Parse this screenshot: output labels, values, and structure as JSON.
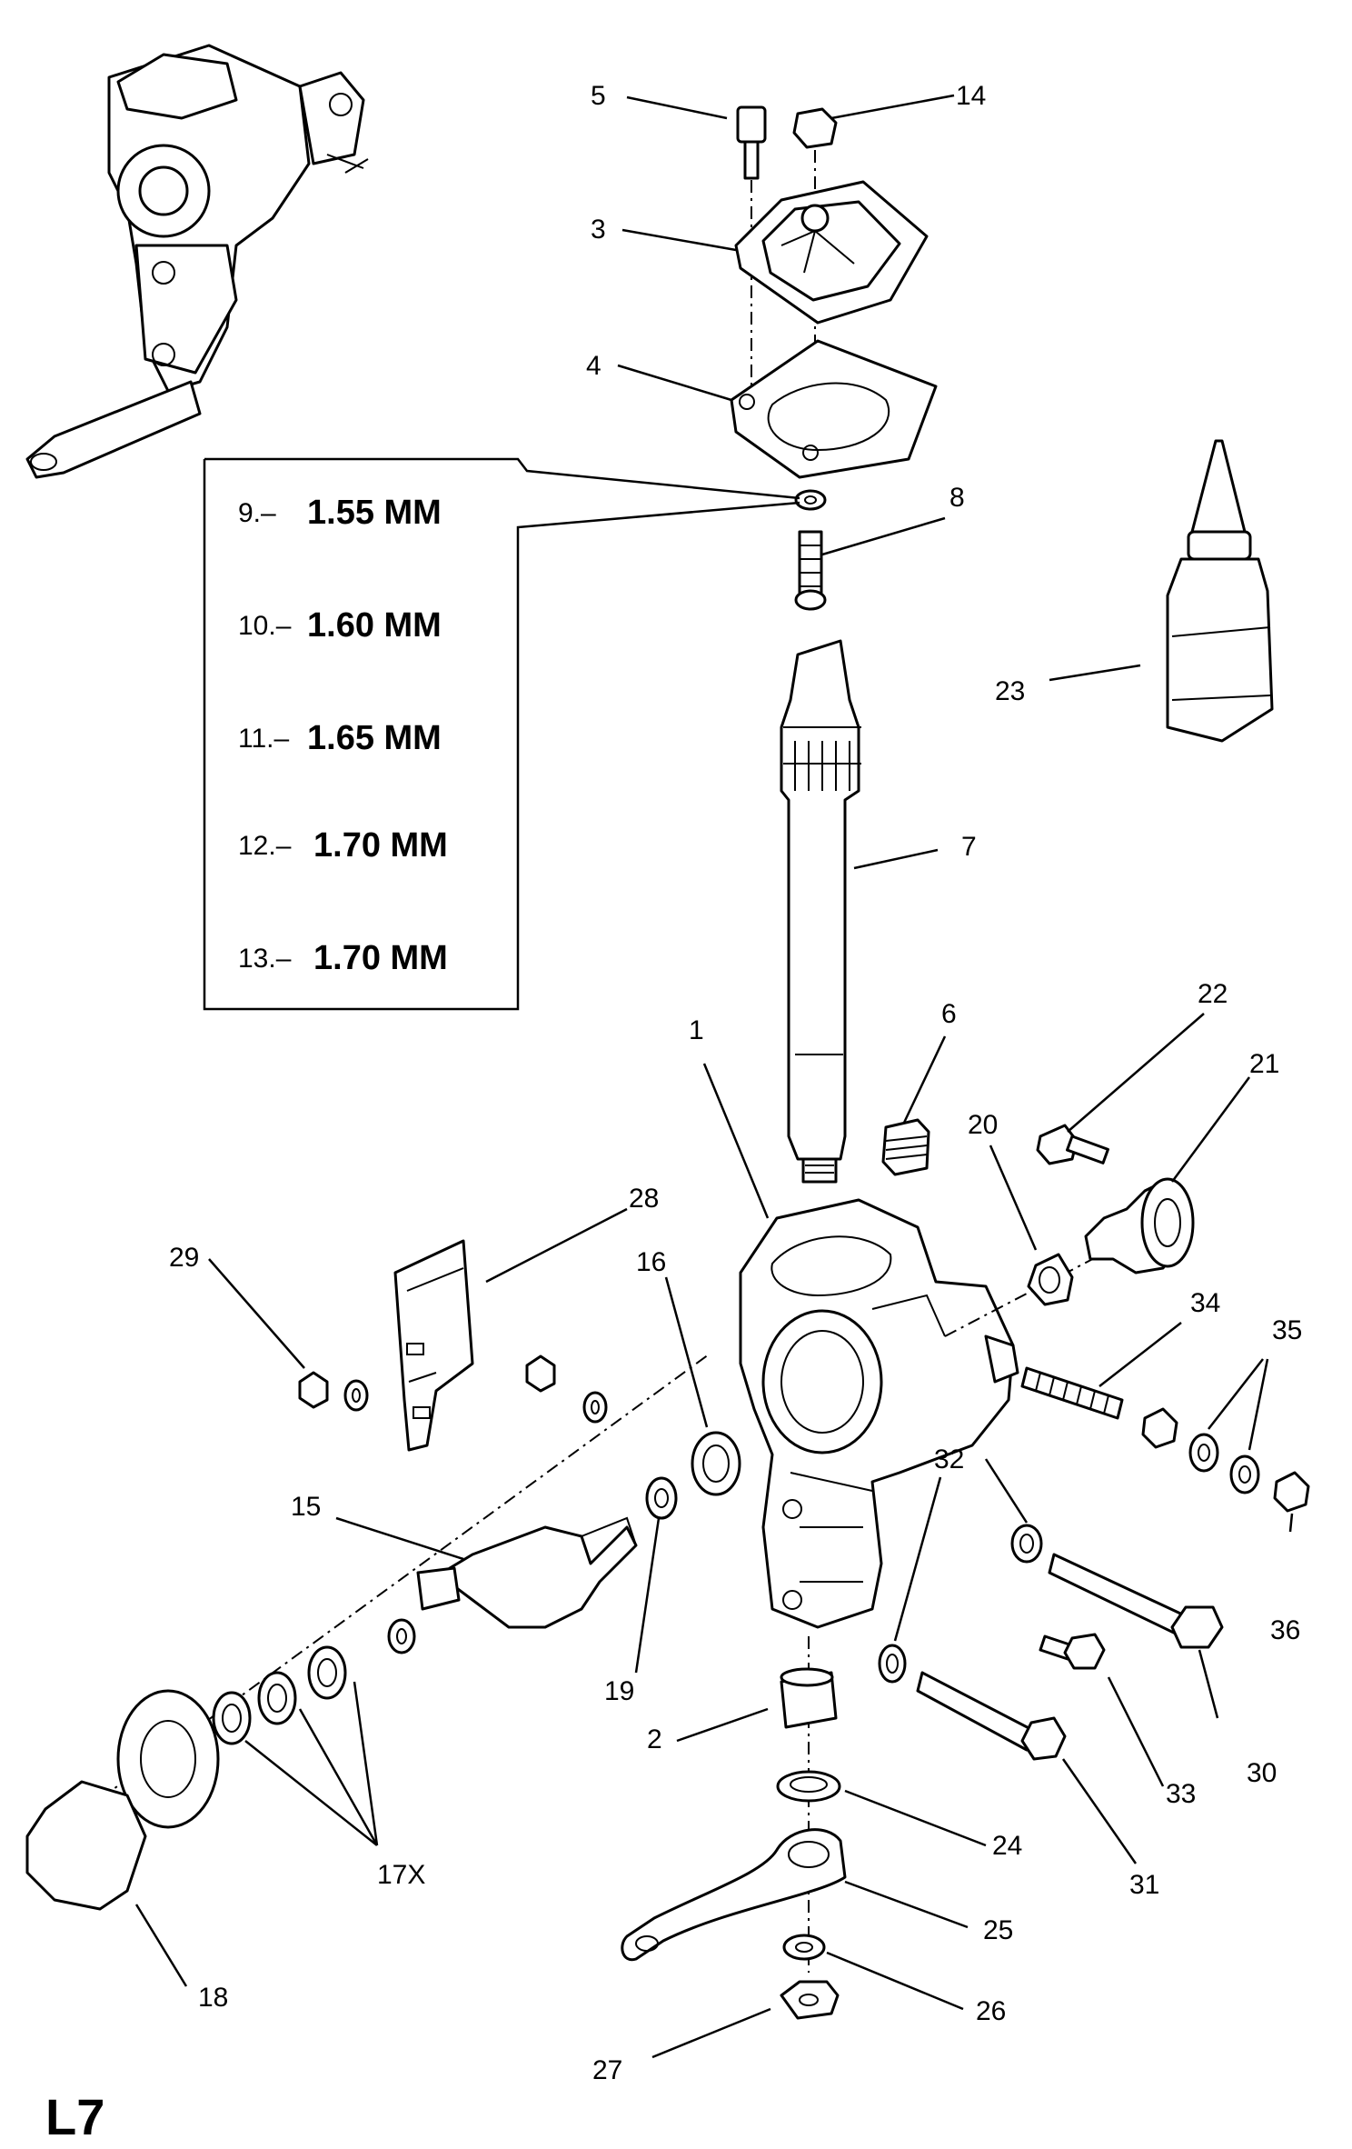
{
  "page_code": "L7",
  "callouts": [
    "1",
    "2",
    "3",
    "4",
    "5",
    "6",
    "7",
    "8",
    "14",
    "15",
    "16",
    "17X",
    "18",
    "19",
    "20",
    "21",
    "22",
    "23",
    "24",
    "25",
    "26",
    "27",
    "28",
    "29",
    "30",
    "31",
    "32",
    "33",
    "34",
    "35",
    "36"
  ],
  "shim_table": [
    {
      "num": "9.–",
      "val": "1.55 MM"
    },
    {
      "num": "10.–",
      "val": "1.60 MM"
    },
    {
      "num": "11.–",
      "val": "1.65 MM"
    },
    {
      "num": "12.–",
      "val": "1.70 MM"
    },
    {
      "num": "13.–",
      "val": "1.70 MM"
    }
  ]
}
